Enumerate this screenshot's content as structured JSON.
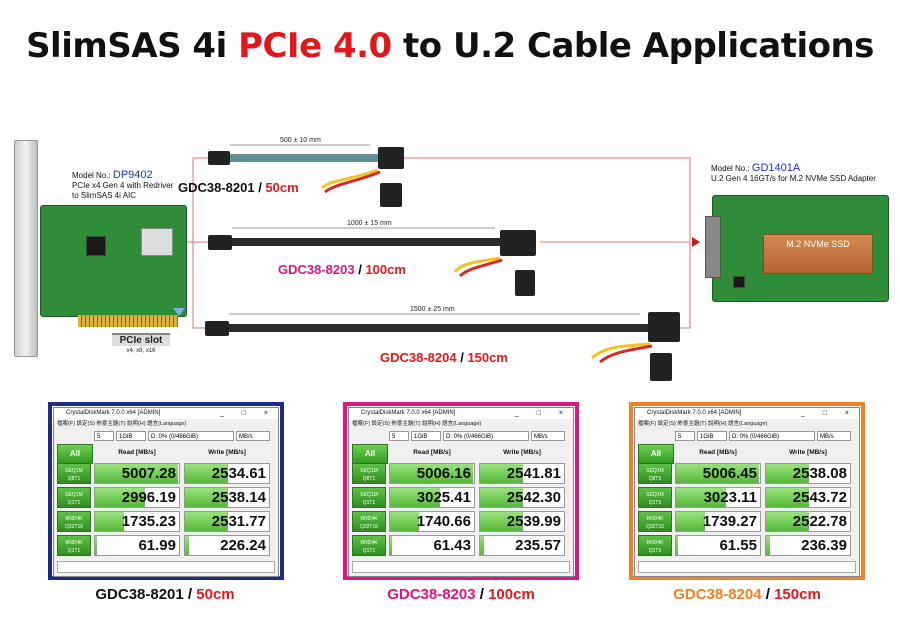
{
  "title": {
    "prefix": "SlimSAS 4i ",
    "accent": "PCIe 4.0",
    "suffix": " to U.2 Cable Applications"
  },
  "colors": {
    "accent_red": "#e0191e",
    "model_blue": "#1a35c4",
    "frame_blue": "#1c2a8a",
    "frame_magenta": "#e0157e",
    "frame_orange": "#f08224"
  },
  "left_card": {
    "model_prefix": "Model No.: ",
    "model": "DP9402",
    "desc1": "PCIe x4 Gen 4 with Redriver",
    "desc2": "to SlimSAS 4i AIC",
    "slot_title": "PCIe slot",
    "slot_sub": "x4, x8, x16"
  },
  "right_card": {
    "model_prefix": "Model No.: ",
    "model": "GD1401A",
    "desc1": "U.2 Gen 4 16GT/s for M.2 NVMe SSD Adapter",
    "ssd_label": "M.2 NVMe SSD"
  },
  "cables": [
    {
      "dim": "500 ± 10 mm",
      "name": "GDC38-8201",
      "sep": " / ",
      "len": "50cm",
      "name_color": "#111111"
    },
    {
      "dim": "1000 ± 15 mm",
      "name": "GDC38-8203",
      "sep": " / ",
      "len": "100cm",
      "name_color": "#e0157e"
    },
    {
      "dim": "1500 ± 25 mm",
      "name": "GDC38-8204",
      "sep": " / ",
      "len": "150cm",
      "name_color": "#e0191e"
    }
  ],
  "bench_common": {
    "window_title": "CrystalDiskMark 7.0.0 x64 [ADMIN]",
    "menu": "檔案(F)  設定(S)  佈景主題(T)  說明(H)  語言(Language)",
    "all_label": "All",
    "count": "5",
    "size": "1GiB",
    "drive": "D: 0% (0/466GiB)",
    "unit": "MB/s",
    "read_header": "Read [MB/s]",
    "write_header": "Write [MB/s]",
    "row_labels": [
      [
        "SEQ1M",
        "Q8T1"
      ],
      [
        "SEQ1M",
        "Q1T1"
      ],
      [
        "RND4K",
        "Q32T16"
      ],
      [
        "RND4K",
        "Q1T1"
      ]
    ],
    "controls": "_ □ ×"
  },
  "benches": [
    {
      "read": [
        "5007.28",
        "2996.19",
        "1735.23",
        "61.99"
      ],
      "write": [
        "2534.61",
        "2538.14",
        "2531.77",
        "226.24"
      ],
      "read_fill": [
        0.99,
        0.6,
        0.35,
        0.02
      ],
      "write_fill": [
        0.51,
        0.51,
        0.51,
        0.05
      ],
      "caption_name": "GDC38-8201",
      "caption_sep": " / ",
      "caption_len": "50cm",
      "caption_color": "#111111"
    },
    {
      "read": [
        "5006.16",
        "3025.41",
        "1740.66",
        "61.43"
      ],
      "write": [
        "2541.81",
        "2542.30",
        "2539.99",
        "235.57"
      ],
      "read_fill": [
        0.99,
        0.6,
        0.35,
        0.02
      ],
      "write_fill": [
        0.51,
        0.51,
        0.51,
        0.05
      ],
      "caption_name": "GDC38-8203",
      "caption_sep": " / ",
      "caption_len": "100cm",
      "caption_color": "#e0157e"
    },
    {
      "read": [
        "5006.45",
        "3023.11",
        "1739.27",
        "61.55"
      ],
      "write": [
        "2538.08",
        "2543.72",
        "2522.78",
        "236.39"
      ],
      "read_fill": [
        0.99,
        0.6,
        0.35,
        0.02
      ],
      "write_fill": [
        0.51,
        0.51,
        0.51,
        0.05
      ],
      "caption_name": "GDC38-8204",
      "caption_sep": " / ",
      "caption_len": "150cm",
      "caption_color": "#f08224"
    }
  ]
}
